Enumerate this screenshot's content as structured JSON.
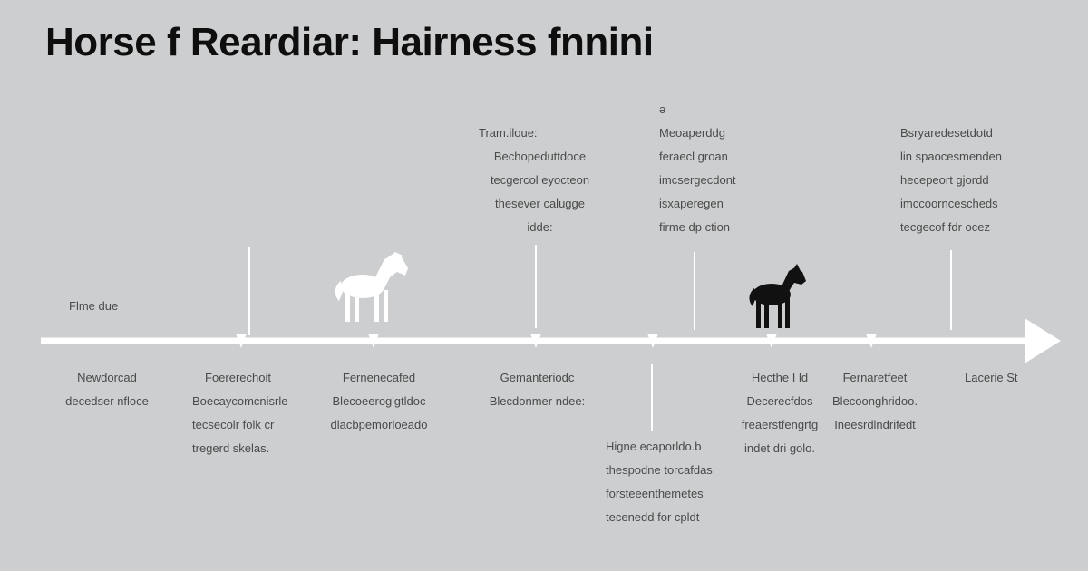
{
  "title": "Horse f Reardiar: Hairness fnnini",
  "colors": {
    "background": "#cdcecf",
    "line": "#ffffff",
    "light_horse": "#ffffff",
    "dark_horse": "#111111"
  },
  "icons": {
    "white_horse": "horse-icon",
    "black_horse": "horse-icon",
    "arrow": "arrowhead-icon"
  },
  "left_label": "Flme due",
  "top_labels": [
    {
      "lines": [
        "Tram.iloue:",
        "Bechopeduttdoce",
        "tecgercol eyocteon",
        "thesever calugge",
        "idde:"
      ]
    },
    {
      "lines": [
        "ə",
        "Meoaperddg",
        "feraecl groan",
        "imcsergecdont",
        "isxaperegen",
        "firme dp ction"
      ]
    },
    {
      "lines": [
        "Bsryaredesetdotd",
        "lin spaocesmenden",
        "hecepeort gjordd",
        "imccoorncescheds",
        "tecgecof fdr ocez"
      ]
    }
  ],
  "bottom_labels": [
    {
      "lines": [
        "Newdorcad",
        "decedser nfloce"
      ]
    },
    {
      "lines": [
        "Foererechoit",
        "Boecaycomcnisrle",
        "tecsecolr folk cr",
        "tregerd skelas."
      ]
    },
    {
      "lines": [
        "Fernenecafed",
        "Blecoeerog'gtldoc",
        "dlacbpemorloeado"
      ]
    },
    {
      "lines": [
        "Gemanteriodc",
        "Blecdonmer ndee:"
      ]
    },
    {
      "lines": [
        "Higne ecaporldo.b",
        "thespodne torcafdas",
        "forsteeenthemetes",
        "tecenedd for cpldt"
      ]
    },
    {
      "lines": [
        "Hecthe I ld",
        "Decerecfdos",
        "freaerstfengrtg",
        "indet dri golo."
      ]
    },
    {
      "lines": [
        "Fernaretfeet",
        "Blecoonghridoo.",
        "Ineesrdlndrifedt"
      ]
    },
    {
      "lines": [
        "Lacerie St"
      ]
    }
  ]
}
